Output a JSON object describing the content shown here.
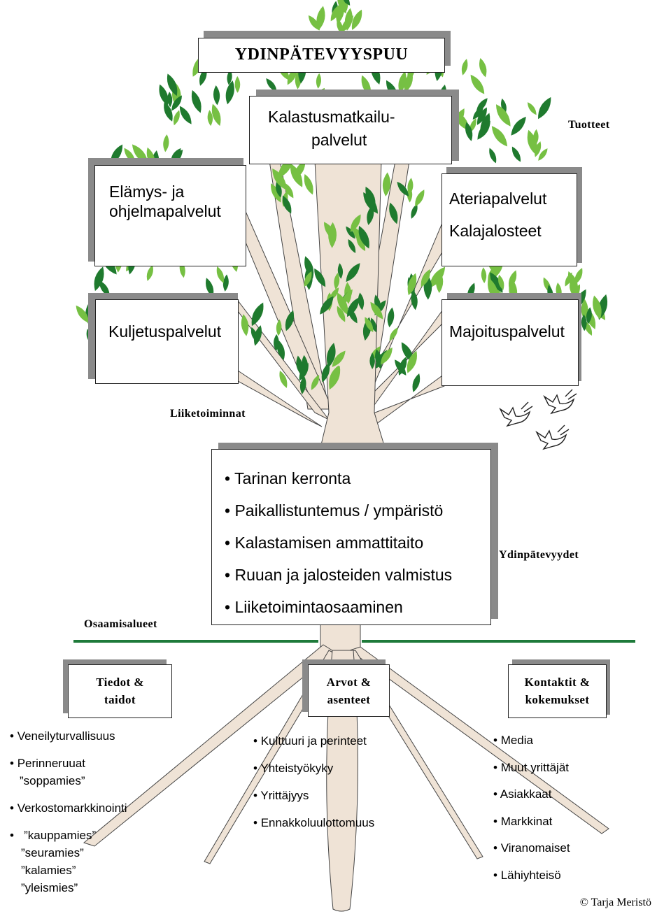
{
  "title": "YDINPÄTEVYYSPUU",
  "labels": {
    "products": "Tuotteet",
    "business": "Liiketoiminnat",
    "core": "Ydinpätevyydet",
    "areas": "Osaamisalueet"
  },
  "products": {
    "top": [
      "Kalastusmatkailu-",
      "palvelut"
    ],
    "left": [
      "Elämys- ja",
      "ohjelmapalvelut"
    ],
    "right": [
      "Ateriapalvelut",
      "Kalajalosteet"
    ],
    "left2": "Kuljetuspalvelut",
    "right2": "Majoituspalvelut"
  },
  "core_items": [
    "Tarinan kerronta",
    "Paikallistuntemus / ympäristö",
    "Kalastamisen ammattitaito",
    "Ruuan ja jalosteiden valmistus",
    "Liiketoimintaosaaminen"
  ],
  "areas": {
    "knowledge": {
      "title": [
        "Tiedot &",
        "taidot"
      ],
      "items": [
        "Veneilyturvallisuus",
        "Perinneruuat",
        "”soppamies”",
        "Verkostomarkkinointi",
        "”kauppamies”",
        "”seuramies”",
        "”kalamies”",
        "”yleismies”"
      ]
    },
    "values": {
      "title": [
        "Arvot &",
        "asenteet"
      ],
      "items": [
        "Kulttuuri ja perinteet",
        "Yhteistyökyky",
        "Yrittäjyys",
        "Ennakkoluulottomuus"
      ]
    },
    "contacts": {
      "title": [
        "Kontaktit &",
        "kokemukset"
      ],
      "items": [
        "Media",
        "Muut yrittäjät",
        "Asiakkaat",
        "Markkinat",
        "Viranomaiset",
        "Lähiyhteisö"
      ]
    }
  },
  "copyright": "© Tarja Meristö",
  "colors": {
    "trunk": "#efe3d6",
    "leaf_dark": "#1f7a2e",
    "leaf_light": "#76c043",
    "ground": "#1e7a3a",
    "shadow": "#8a8a8a"
  }
}
